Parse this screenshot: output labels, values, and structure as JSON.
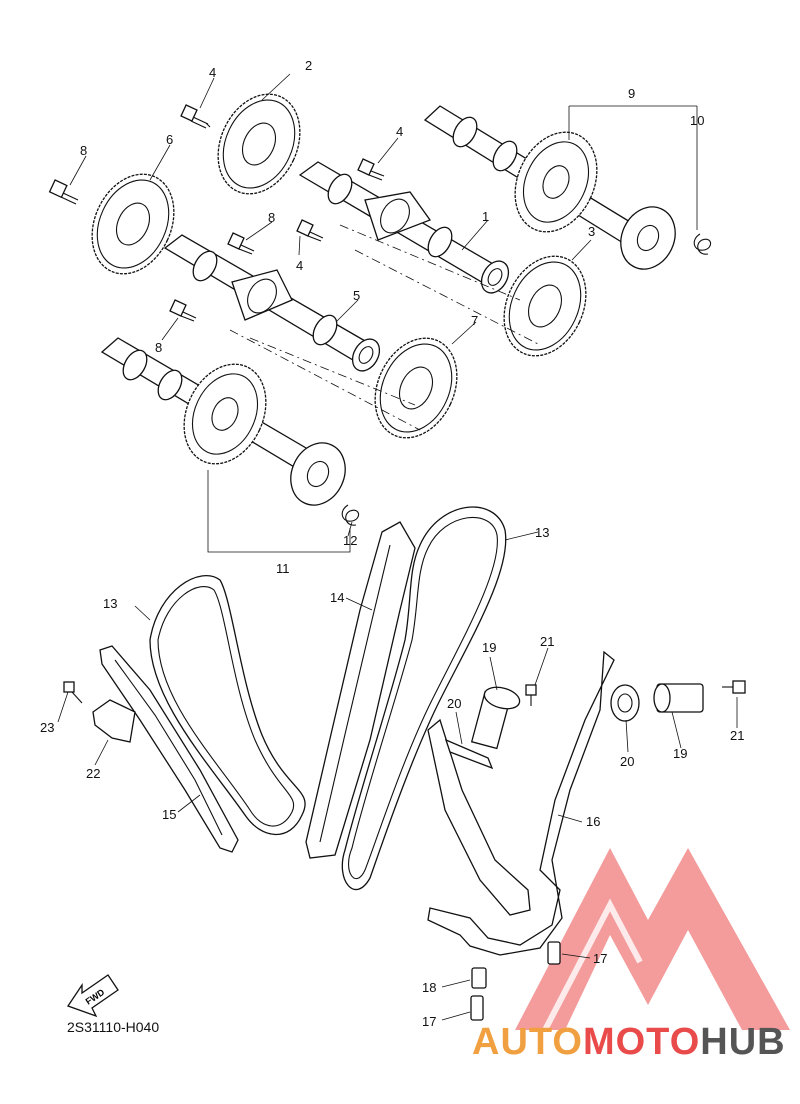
{
  "diagram": {
    "code": "2S31110-H040",
    "fwd_label": "FWD",
    "watermark": {
      "auto": "AUTO",
      "moto": "MOTO",
      "hub": "HUB"
    },
    "colors": {
      "watermark_light": "#f0a040",
      "watermark_red": "#e94b4b",
      "watermark_gray": "#555555",
      "ink": "#111111"
    },
    "callouts": [
      {
        "id": "c2",
        "text": "2"
      },
      {
        "id": "c4a",
        "text": "4"
      },
      {
        "id": "c9",
        "text": "9"
      },
      {
        "id": "c10",
        "text": "10"
      },
      {
        "id": "c8a",
        "text": "8"
      },
      {
        "id": "c6",
        "text": "6"
      },
      {
        "id": "c4b",
        "text": "4"
      },
      {
        "id": "c1",
        "text": "1"
      },
      {
        "id": "c8b",
        "text": "8"
      },
      {
        "id": "c4c",
        "text": "4"
      },
      {
        "id": "c3",
        "text": "3"
      },
      {
        "id": "c5",
        "text": "5"
      },
      {
        "id": "c8c",
        "text": "8"
      },
      {
        "id": "c7",
        "text": "7"
      },
      {
        "id": "c12",
        "text": "12"
      },
      {
        "id": "c11",
        "text": "11"
      },
      {
        "id": "c13a",
        "text": "13"
      },
      {
        "id": "c13b",
        "text": "13"
      },
      {
        "id": "c14",
        "text": "14"
      },
      {
        "id": "c19a",
        "text": "19"
      },
      {
        "id": "c21a",
        "text": "21"
      },
      {
        "id": "c20a",
        "text": "20"
      },
      {
        "id": "c23",
        "text": "23"
      },
      {
        "id": "c22",
        "text": "22"
      },
      {
        "id": "c15",
        "text": "15"
      },
      {
        "id": "c20b",
        "text": "20"
      },
      {
        "id": "c19b",
        "text": "19"
      },
      {
        "id": "c21b",
        "text": "21"
      },
      {
        "id": "c16",
        "text": "16"
      },
      {
        "id": "c17a",
        "text": "17"
      },
      {
        "id": "c18",
        "text": "18"
      },
      {
        "id": "c17b",
        "text": "17"
      }
    ]
  }
}
